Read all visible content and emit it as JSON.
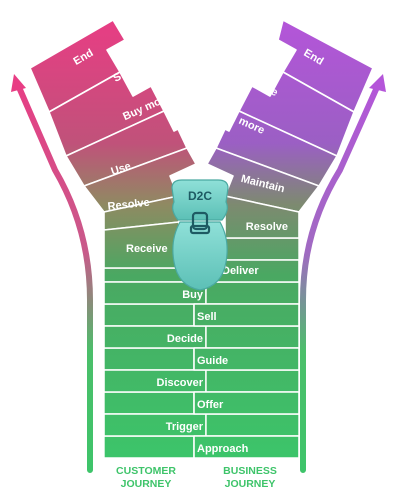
{
  "badge": {
    "label": "D2C"
  },
  "customer": {
    "label_line1": "CUSTOMER",
    "label_line2": "JOURNEY",
    "steps": [
      "End",
      "Share",
      "Buy more",
      "Use",
      "Resolve",
      "Receive",
      "Buy",
      "Decide",
      "Discover",
      "Trigger"
    ]
  },
  "business": {
    "label_line1": "BUSINESS",
    "label_line2": "JOURNEY",
    "steps": [
      "End",
      "Engage",
      "Sell more",
      "Maintain",
      "Resolve",
      "Deliver",
      "Sell",
      "Guide",
      "Offer",
      "Approach"
    ]
  },
  "colors": {
    "customer_top": "#e83d84",
    "business_top": "#b455d9",
    "middle": "#9a9a6a",
    "bottom": "#3ec46a",
    "zipper_pull": "#7fd6cf",
    "journey_label": "#3ec46a"
  }
}
